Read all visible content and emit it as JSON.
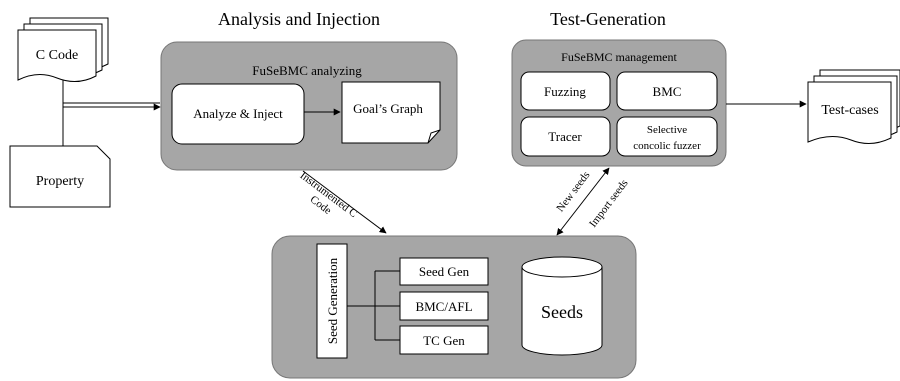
{
  "headings": {
    "analysis": "Analysis and Injection",
    "test_generation": "Test-Generation"
  },
  "inputs": {
    "c_code": "C Code",
    "property": "Property"
  },
  "analyzing": {
    "title": "FuSeBMC analyzing",
    "analyze_inject": "Analyze & Inject",
    "goals_graph": "Goal’s Graph"
  },
  "management": {
    "title": "FuSeBMC management",
    "fuzzing": "Fuzzing",
    "bmc": "BMC",
    "tracer": "Tracer",
    "selective_line1": "Selective",
    "selective_line2": "concolic fuzzer"
  },
  "outputs": {
    "test_cases": "Test-cases"
  },
  "edges": {
    "instrumented_line1": "Instrumented C",
    "instrumented_line2": "Code",
    "new_seeds": "New seeds",
    "import_seeds": "Import seeds"
  },
  "seed_block": {
    "seed_generation": "Seed Generation",
    "seed_gen": "Seed Gen",
    "bmc_afl": "BMC/AFL",
    "tc_gen": "TC Gen",
    "seeds": "Seeds"
  },
  "colors": {
    "panel_fill": "#a6a6a6",
    "box_fill": "#ffffff",
    "stroke": "#000000"
  }
}
